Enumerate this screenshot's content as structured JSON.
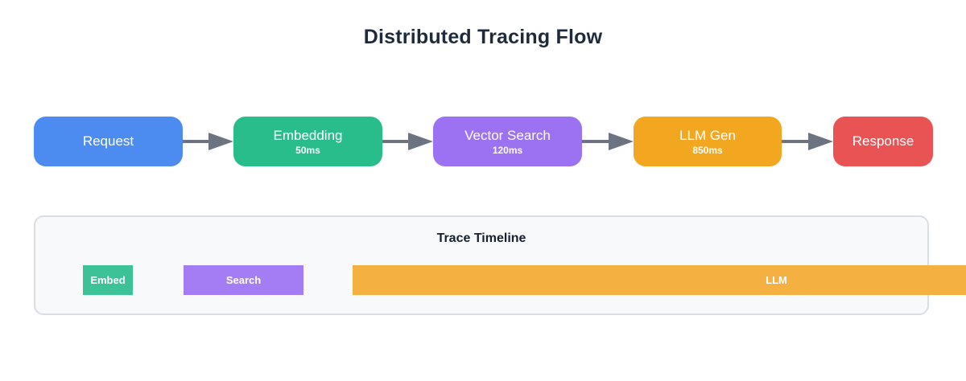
{
  "title": "Distributed Tracing Flow",
  "flow": {
    "nodes": [
      {
        "label": "Request",
        "duration": "",
        "color": "#4c8cf0"
      },
      {
        "label": "Embedding",
        "duration": "50ms",
        "color": "#2abd8c"
      },
      {
        "label": "Vector Search",
        "duration": "120ms",
        "color": "#9c72f2"
      },
      {
        "label": "LLM Gen",
        "duration": "850ms",
        "color": "#f3a61f"
      },
      {
        "label": "Response",
        "duration": "",
        "color": "#ea5353"
      }
    ],
    "arrow_color": "#6b7480"
  },
  "timeline": {
    "title": "Trace Timeline",
    "spans": [
      {
        "label": "Embed",
        "color": "#3cc296"
      },
      {
        "label": "Search",
        "color": "#a47df4"
      },
      {
        "label": "LLM",
        "color": "#f5b042"
      }
    ],
    "panel_bg": "#f8f9fb",
    "panel_border": "#d9dde6"
  },
  "colors": {
    "title_text": "#1e2b3c",
    "node_text": "#ffffff"
  }
}
